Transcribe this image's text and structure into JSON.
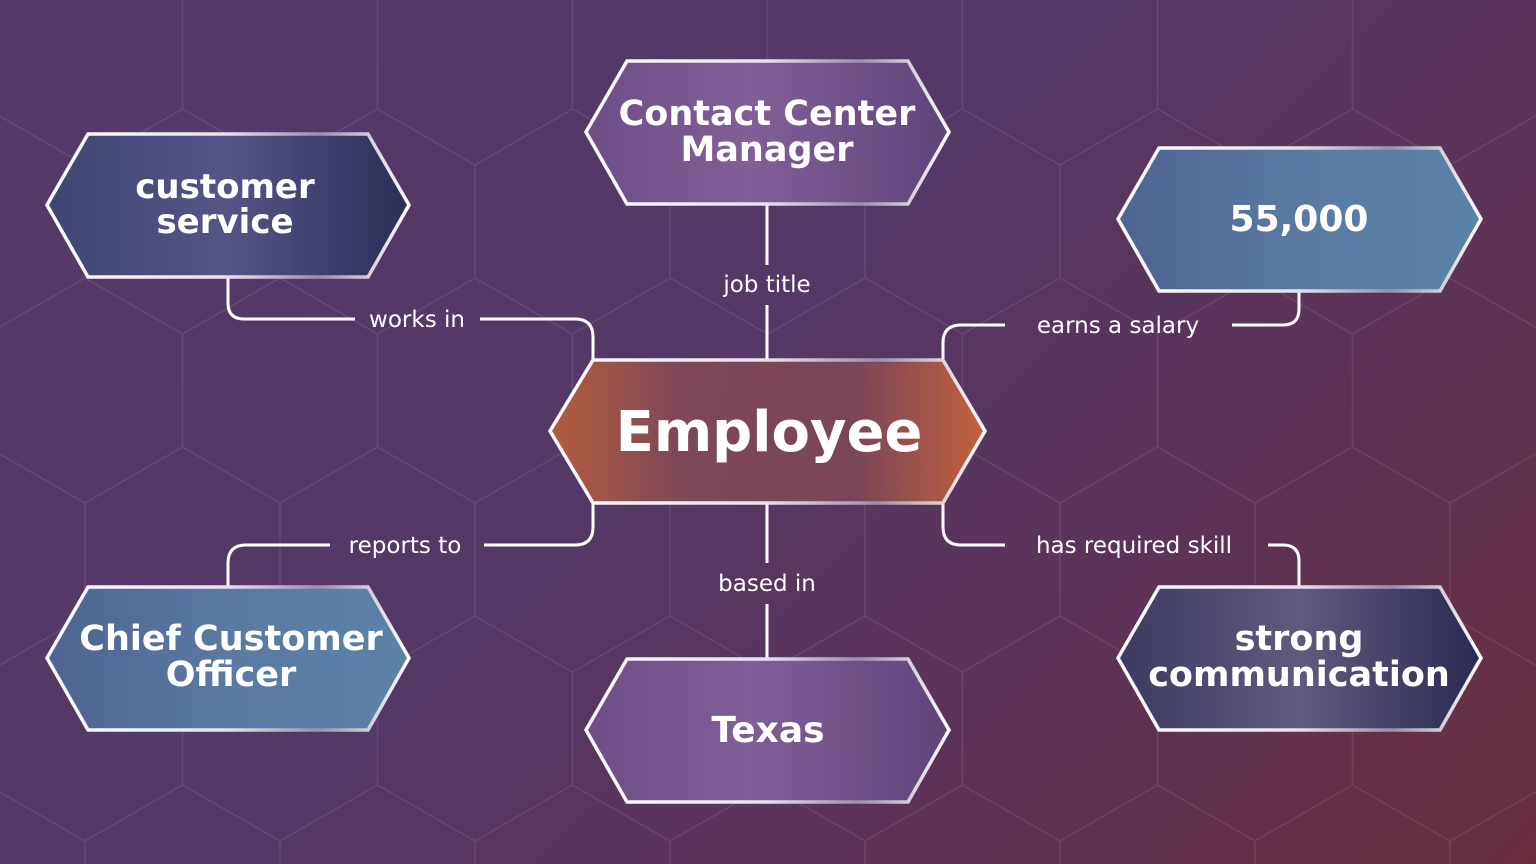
{
  "colors": {
    "center_node": "#b45e3c",
    "navy_node": "#3f4675",
    "purple_node": "#7a5890",
    "blue_node": "#56759e",
    "dark_node": "#3d3a5e"
  },
  "center": {
    "label": "Employee"
  },
  "nodes": {
    "customer_service": {
      "line1": "customer",
      "line2": "service"
    },
    "job": {
      "line1": "Contact Center",
      "line2": "Manager"
    },
    "salary": {
      "label": "55,000"
    },
    "officer": {
      "line1": "Chief Customer",
      "line2": "Officer"
    },
    "location": {
      "label": "Texas"
    },
    "skill": {
      "line1": "strong",
      "line2": "communication"
    }
  },
  "edges": {
    "works_in": "works in",
    "job_title": "job title",
    "earns_salary": "earns a salary",
    "reports_to": "reports to",
    "based_in": "based in",
    "has_skill": "has required skill"
  }
}
